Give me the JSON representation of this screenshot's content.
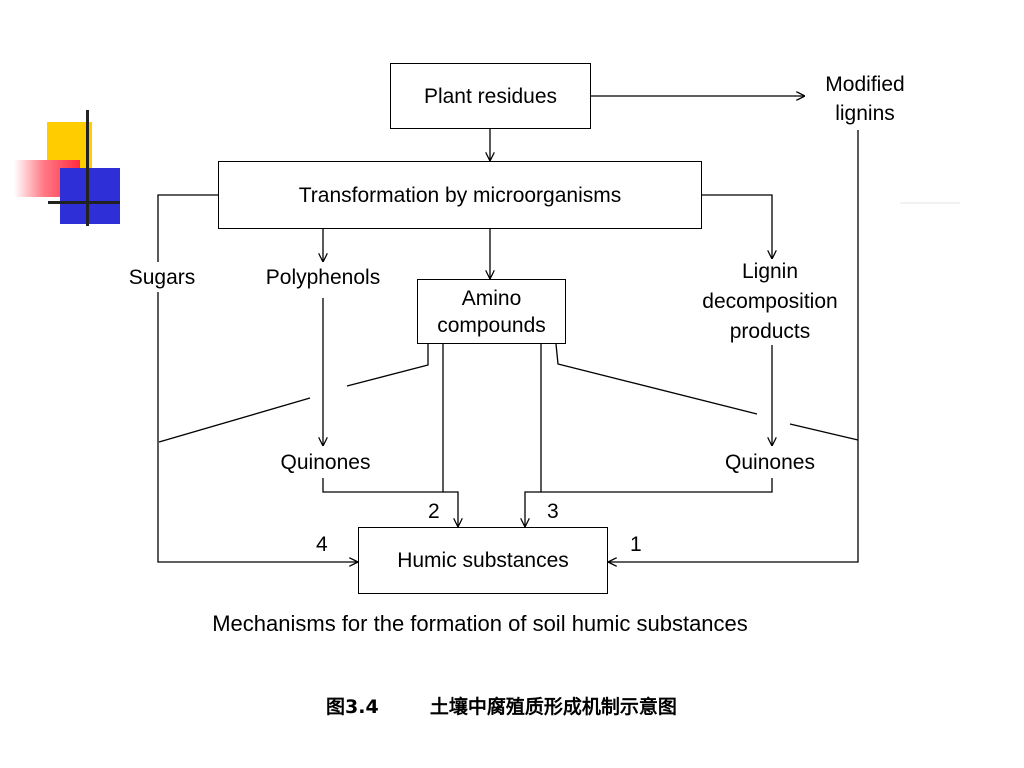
{
  "diagram": {
    "nodes": {
      "plant_residues": "Plant residues",
      "transformation": "Transformation by microorganisms",
      "modified_lignins_line1": "Modified",
      "modified_lignins_line2": "lignins",
      "sugars": "Sugars",
      "polyphenols": "Polyphenols",
      "amino_line1": "Amino",
      "amino_line2": "compounds",
      "lignin_decomp_line1": "Lignin",
      "lignin_decomp_line2": "decomposition",
      "lignin_decomp_line3": "products",
      "quinones_left": "Quinones",
      "quinones_right": "Quinones",
      "humic_substances": "Humic substances"
    },
    "pathway_numbers": [
      "1",
      "2",
      "3",
      "4"
    ]
  },
  "caption_en": "Mechanisms for the formation of soil humic substances",
  "caption_cn": {
    "figure_no": "图3.4",
    "title": "土壤中腐殖质形成机制示意图"
  }
}
